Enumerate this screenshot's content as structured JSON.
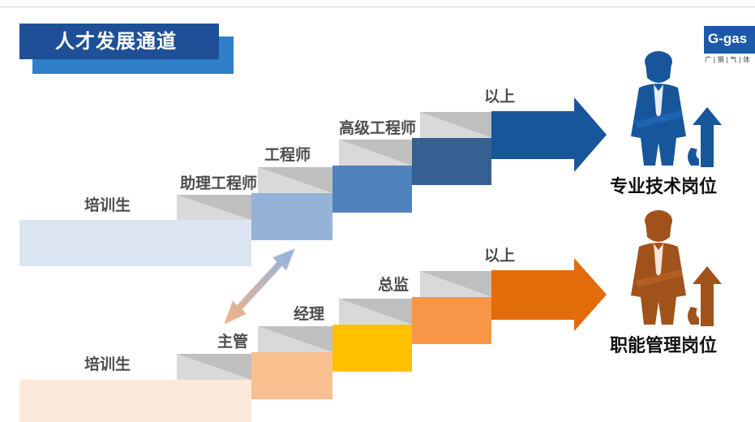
{
  "title": "人才发展通道",
  "logo": {
    "text": "G-gas",
    "subtitle": "广 | 钢 | 气 | 体",
    "color": "#1b5aa8"
  },
  "technical_track": {
    "steps": [
      "培训生",
      "助理工程师",
      "工程师",
      "高级工程师"
    ],
    "arrow_label": "以上",
    "destination": "专业技术岗位",
    "colors": [
      "#dbe5f1",
      "#95b3d7",
      "#4f81bd",
      "#366092",
      "#17569a"
    ]
  },
  "management_track": {
    "steps": [
      "培训生",
      "主管",
      "经理",
      "总监"
    ],
    "arrow_label": "以上",
    "destination": "职能管理岗位",
    "colors": [
      "#fde9d9",
      "#fac090",
      "#ffc000",
      "#f79646",
      "#e26b0a"
    ]
  },
  "transfer_arrow": {
    "meaning": "双向转换",
    "colors": [
      "#f4b183",
      "#8fb4e3"
    ]
  },
  "icons": [
    "businessman-icon",
    "up-arrow-icon"
  ]
}
